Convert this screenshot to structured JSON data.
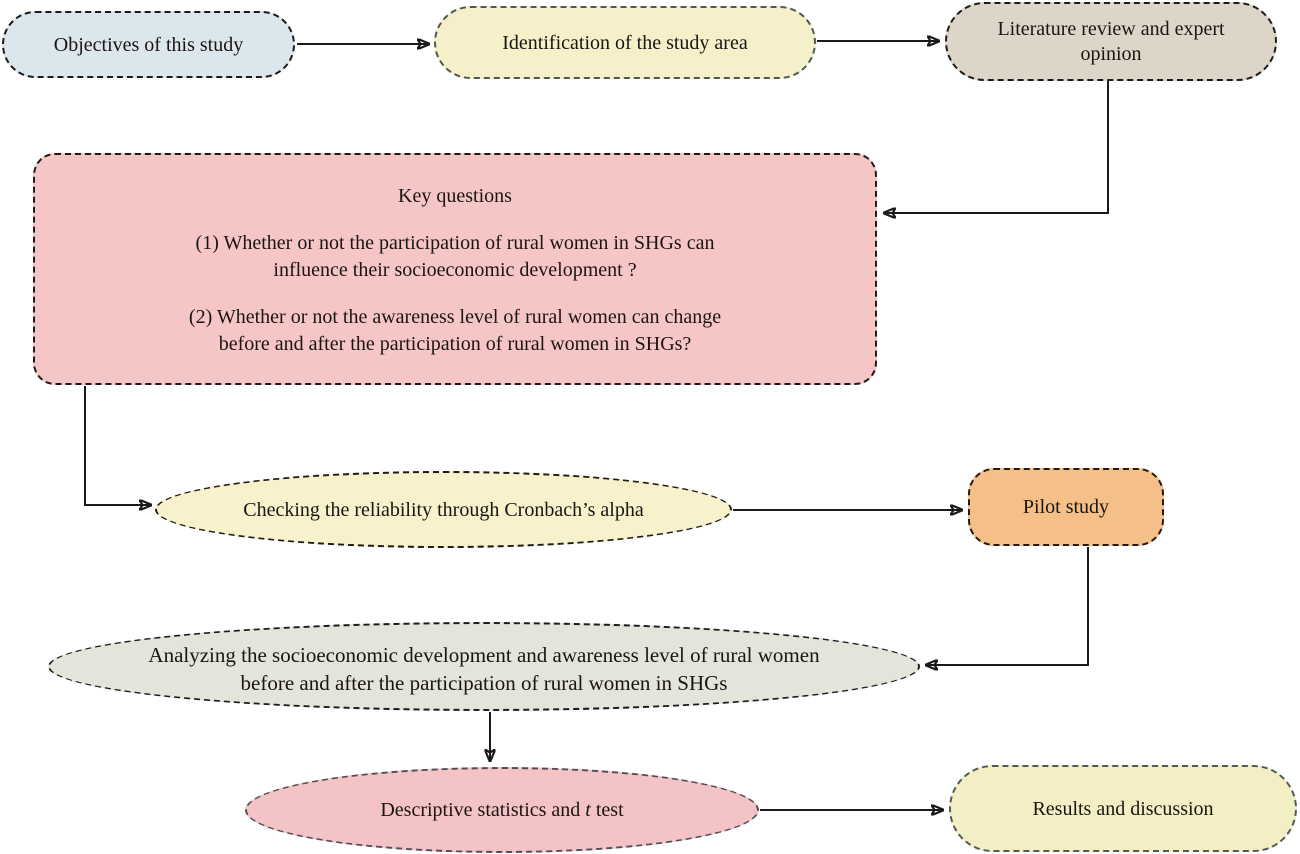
{
  "diagram": {
    "nodes": {
      "objectives": {
        "label": "Objectives of this study",
        "fill": "#dce6ed",
        "border": "#1c1c1c"
      },
      "identification": {
        "label": "Identification of the study area",
        "fill": "#f6f0ca",
        "border": "#4d5a50"
      },
      "literature": {
        "label": "Literature review and expert opinion",
        "fill": "#ddd6c8",
        "border": "#1c1c1c"
      },
      "key_questions": {
        "title": "Key questions",
        "q1_line1": "(1) Whether or not the participation of rural women in SHGs can",
        "q1_line2": "influence their socioeconomic development ?",
        "q2_line1": "(2) Whether or not the awareness level of rural women can change",
        "q2_line2": "before and after the participation of rural women in SHGs?",
        "fill": "#f6c6c6",
        "border": "#1c1c1c"
      },
      "checking": {
        "label": "Checking the reliability through Cronbach’s alpha",
        "fill": "#f7f1cc",
        "border": "#1c1c1c"
      },
      "pilot": {
        "label": "Pilot study",
        "fill": "#f5c088",
        "border": "#241a12"
      },
      "analyzing": {
        "line1": "Analyzing the socioeconomic development and awareness level of rural women",
        "line2": "before and after the participation of rural women in SHGs",
        "fill": "#e4e5da",
        "border": "#1c1c1c"
      },
      "descriptive": {
        "prefix": "Descriptive statistics and ",
        "italic_term": "t",
        "suffix": " test",
        "fill": "#f4c3c5",
        "border": "#4e4e57"
      },
      "results": {
        "label": "Results and discussion",
        "fill": "#f4eec5",
        "border": "#4d5c5a"
      }
    },
    "edges": [
      {
        "from": "Objectives of this study",
        "to": "Identification of the study area"
      },
      {
        "from": "Identification of the study area",
        "to": "Literature review and expert opinion"
      },
      {
        "from": "Literature review and expert opinion",
        "to": "Key questions"
      },
      {
        "from": "Key questions",
        "to": "Checking the reliability through Cronbach’s alpha"
      },
      {
        "from": "Checking the reliability through Cronbach’s alpha",
        "to": "Pilot study"
      },
      {
        "from": "Pilot study",
        "to": "Analyzing the socioeconomic development and awareness level of rural women before and after the participation of rural women in SHGs"
      },
      {
        "from": "Analyzing the socioeconomic development and awareness level of rural women before and after the participation of rural women in SHGs",
        "to": "Descriptive statistics and t test"
      },
      {
        "from": "Descriptive statistics and t test",
        "to": "Results and discussion"
      }
    ]
  }
}
